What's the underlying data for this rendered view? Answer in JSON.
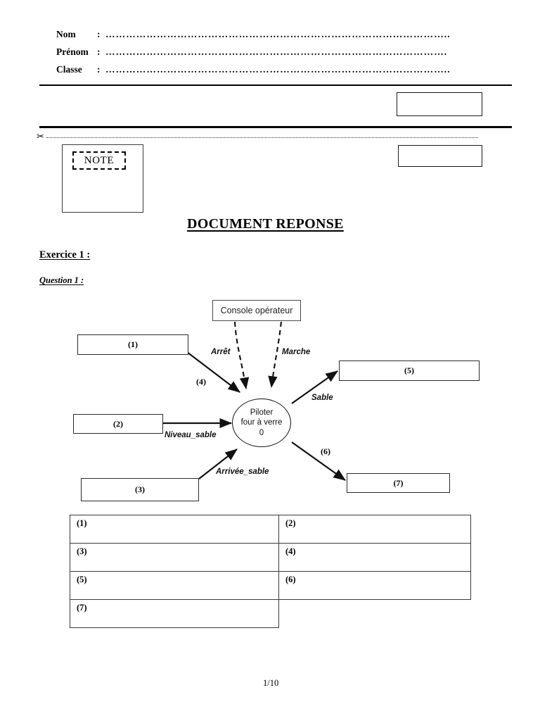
{
  "header": {
    "fields": [
      {
        "label": "Nom",
        "colon": ":",
        "dots": "……………………………………………………………………………………….."
      },
      {
        "label": "Prénom",
        "colon": ":",
        "dots": "………………………………………………………………………………………."
      },
      {
        "label": "Classe",
        "colon": ":",
        "dots": "……………………………………………………………………………………….."
      }
    ]
  },
  "cut": {
    "scissors_icon": "scissors-icon",
    "scissors_glyph": "✂"
  },
  "note": {
    "label": "NOTE"
  },
  "grade_boxes": [
    {
      "name": "grade-box-top",
      "value": ""
    },
    {
      "name": "grade-box-bottom",
      "value": ""
    }
  ],
  "titles": {
    "document": "DOCUMENT REPONSE",
    "exercice": "Exercice 1 :",
    "question": "Question 1 :"
  },
  "diagram": {
    "console": "Console opérateur",
    "center": {
      "line1": "Piloter",
      "line2": "four à verre",
      "line3": "0"
    },
    "boxes": [
      {
        "id": "box-1",
        "label": "(1)"
      },
      {
        "id": "box-2",
        "label": "(2)"
      },
      {
        "id": "box-3",
        "label": "(3)"
      },
      {
        "id": "box-5",
        "label": "(5)"
      },
      {
        "id": "box-7",
        "label": "(7)"
      }
    ],
    "flows": [
      {
        "id": "flow-arret",
        "label": "Arrêt"
      },
      {
        "id": "flow-marche",
        "label": "Marche"
      },
      {
        "id": "flow-sable",
        "label": "Sable"
      },
      {
        "id": "flow-niveau-sable",
        "label": "Niveau_sable"
      },
      {
        "id": "flow-arrivee-sable",
        "label": "Arrivée_sable"
      }
    ],
    "arrow_numbers": [
      {
        "id": "arrow-4",
        "label": "(4)"
      },
      {
        "id": "arrow-6",
        "label": "(6)"
      }
    ]
  },
  "answer_table": {
    "rows": [
      [
        {
          "label": "(1)",
          "value": ""
        },
        {
          "label": "(2)",
          "value": ""
        }
      ],
      [
        {
          "label": "(3)",
          "value": ""
        },
        {
          "label": "(4)",
          "value": ""
        }
      ],
      [
        {
          "label": "(5)",
          "value": ""
        },
        {
          "label": "(6)",
          "value": ""
        }
      ],
      [
        {
          "label": "(7)",
          "value": ""
        }
      ]
    ]
  },
  "footer": {
    "page": "1/10"
  }
}
